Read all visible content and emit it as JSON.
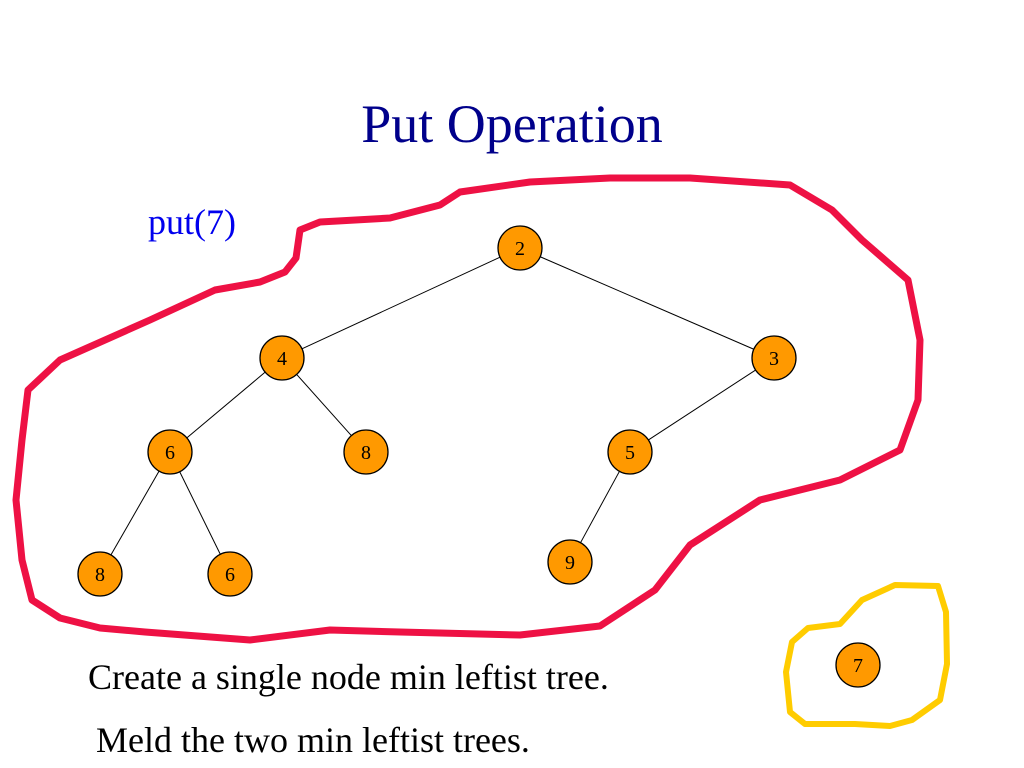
{
  "slide": {
    "title": "Put Operation",
    "callout": "put(7)",
    "captions": [
      "Create a single node min leftist tree.",
      "Meld the two min leftist trees."
    ]
  },
  "colors": {
    "title": "#00008b",
    "callout": "#0000ee",
    "node_fill": "#ff9900",
    "tree_outline": "#ee1144",
    "new_node_outline": "#ffcc00"
  },
  "tree": {
    "nodes": [
      {
        "id": "n2",
        "label": "2"
      },
      {
        "id": "n4",
        "label": "4"
      },
      {
        "id": "n3",
        "label": "3"
      },
      {
        "id": "n6a",
        "label": "6"
      },
      {
        "id": "n8a",
        "label": "8"
      },
      {
        "id": "n5",
        "label": "5"
      },
      {
        "id": "n8b",
        "label": "8"
      },
      {
        "id": "n6b",
        "label": "6"
      },
      {
        "id": "n9",
        "label": "9"
      }
    ],
    "edges": [
      [
        "n2",
        "n4"
      ],
      [
        "n2",
        "n3"
      ],
      [
        "n4",
        "n6a"
      ],
      [
        "n4",
        "n8a"
      ],
      [
        "n3",
        "n5"
      ],
      [
        "n6a",
        "n8b"
      ],
      [
        "n6a",
        "n6b"
      ],
      [
        "n5",
        "n9"
      ]
    ]
  },
  "new_tree": {
    "nodes": [
      {
        "id": "n7",
        "label": "7"
      }
    ]
  }
}
